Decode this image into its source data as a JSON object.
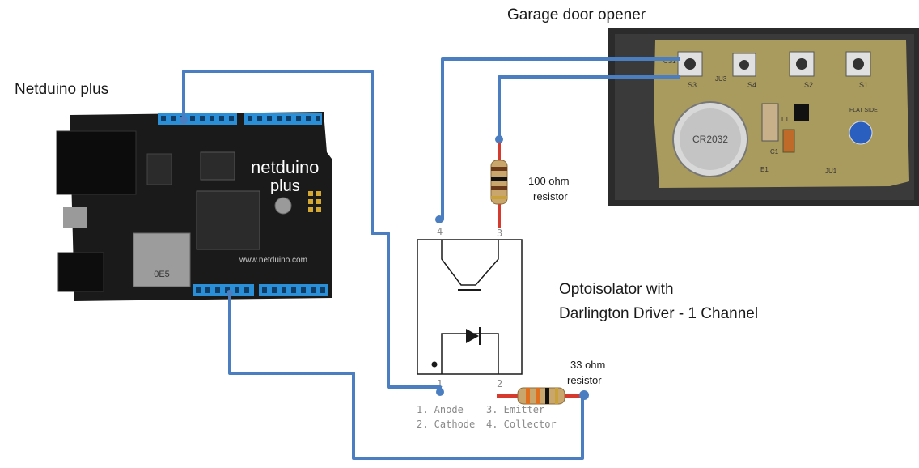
{
  "labels": {
    "netduino": "Netduino plus",
    "garage": "Garage door opener",
    "r100_line1": "100 ohm",
    "r100_line2": "resistor",
    "opto_line1": "Optoisolator with",
    "opto_line2": "Darlington Driver - 1 Channel",
    "r33_line1": "33 ohm",
    "r33_line2": "resistor"
  },
  "board": {
    "logo_line1": "netduino",
    "logo_line2": "plus",
    "url": "www.netduino.com",
    "sd_label": "0E5"
  },
  "remote": {
    "button_labels": [
      "S3",
      "S4",
      "S2",
      "S1"
    ],
    "battery_text": "CR2032",
    "flat_side": "FLAT SIDE",
    "pcb_text": [
      "JU3",
      "L1",
      "C1",
      "JU1",
      "E1",
      "CS1"
    ]
  },
  "optoisolator": {
    "pin_top_left": "4",
    "pin_top_right": "3",
    "pin_bottom_left": "1",
    "pin_bottom_right": "2",
    "pinout": [
      "1. Anode",
      "2. Cathode",
      "3. Emitter",
      "4. Collector"
    ]
  },
  "colors": {
    "wire": "#4a7ec1",
    "board": "#1a1a1a",
    "header": "#2a8fd6",
    "remote_case": "#2b2b2b",
    "pcb": "#a99a5e",
    "resistor_body": "#c9a66b",
    "resistor_lead": "#d63a2f"
  }
}
